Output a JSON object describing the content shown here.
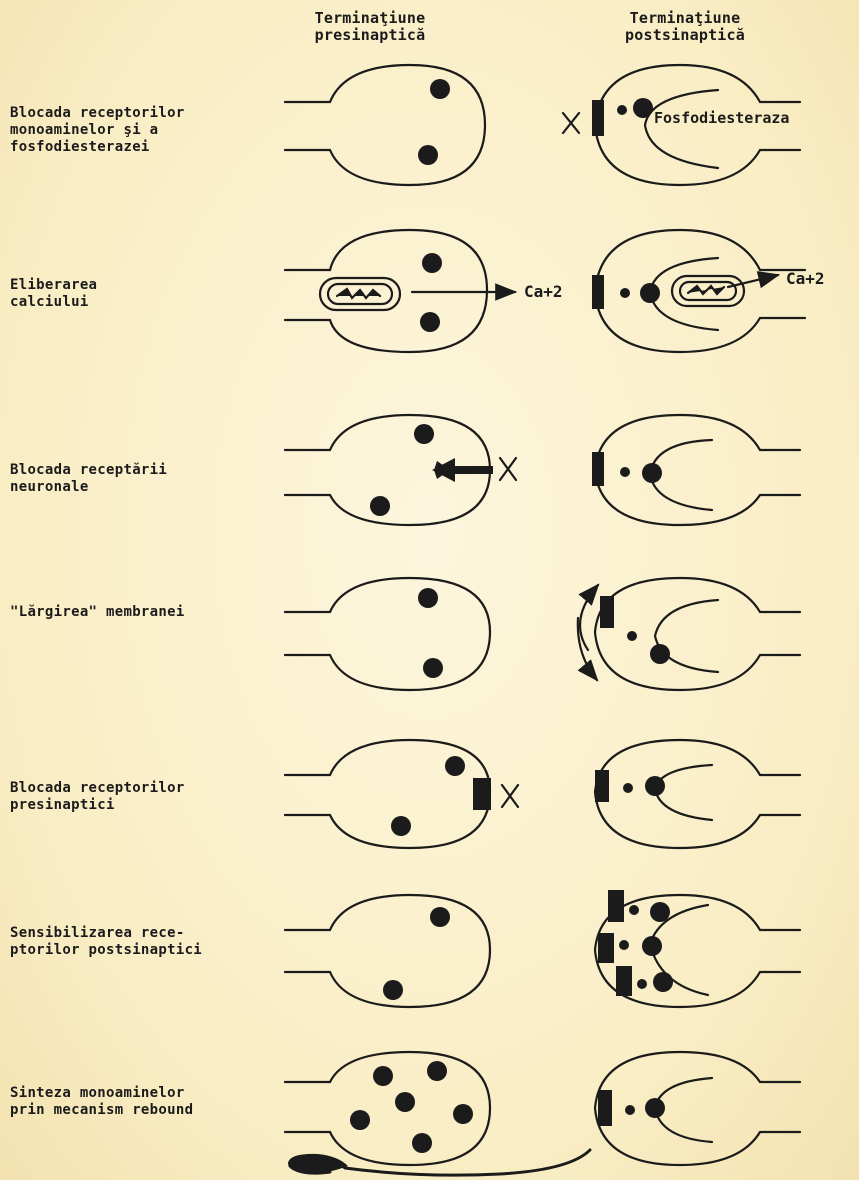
{
  "headers": {
    "presynaptic": [
      "Terminaţiune",
      "presinaptică"
    ],
    "postsynaptic": [
      "Terminaţiune",
      "postsinaptică"
    ]
  },
  "rows": [
    {
      "label": [
        "Blocada receptorilor",
        "monoaminelor şi a",
        "fosfodiesterazei"
      ],
      "annotation": "Fosfodiesteraza"
    },
    {
      "label": [
        "Eliberarea",
        "calciului"
      ],
      "annotation_pre": "Ca+2",
      "annotation_post": "Ca+2"
    },
    {
      "label": [
        "Blocada receptării",
        "neuronale"
      ]
    },
    {
      "label": [
        "\"Lărgirea\" membranei"
      ]
    },
    {
      "label": [
        "Blocada receptorilor",
        "presinaptici"
      ]
    },
    {
      "label": [
        "Sensibilizarea rece-",
        "ptorilor postsinaptici"
      ]
    },
    {
      "label": [
        "Sinteza monoaminelor",
        "prin mecanism rebound"
      ]
    }
  ],
  "colors": {
    "ink": "#1b1b1b",
    "paper": "#fbf1cf"
  }
}
